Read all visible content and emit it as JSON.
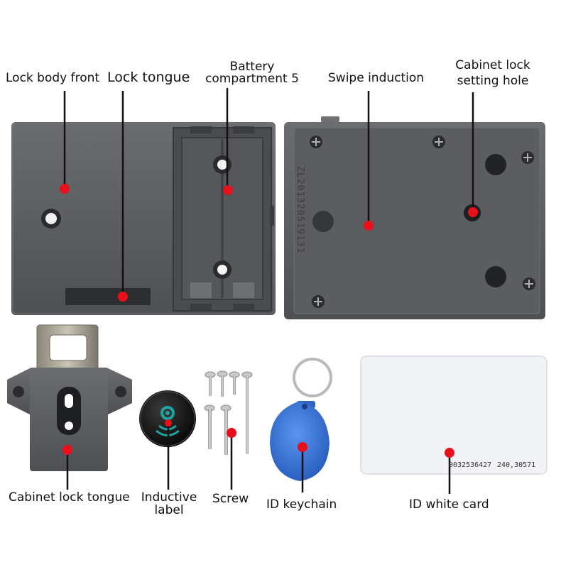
{
  "labels": {
    "lock_body_front": "Lock body front",
    "lock_tongue": "Lock tongue",
    "battery_line1": "Battery",
    "battery_line2": "compartment 5",
    "swipe_induction": "Swipe induction",
    "cabinet_setting_line1": "Cabinet lock",
    "cabinet_setting_line2": "setting hole",
    "cabinet_lock_tongue": "Cabinet lock tongue",
    "inductive_line1": "Inductive",
    "inductive_line2": "label",
    "screw": "Screw",
    "id_keychain": "ID keychain",
    "id_white_card": "ID white card"
  },
  "card": {
    "number_left": "0032536427",
    "number_right": "240,30571"
  },
  "serial_imprint": "ZL201320519131",
  "colors": {
    "background": "#ffffff",
    "product_gray": "#5a5c60",
    "product_dark": "#3e4044",
    "marker_red": "#e8101a",
    "keyfob_blue": "#2f6fd6",
    "pointer_line": "#111111"
  }
}
